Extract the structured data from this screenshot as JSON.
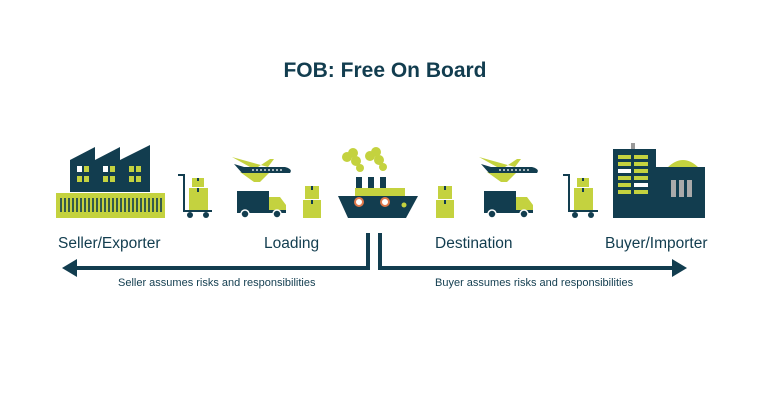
{
  "title": "FOB: Free On Board",
  "stages": [
    {
      "label": "Seller/Exporter"
    },
    {
      "label": "Loading"
    },
    {
      "label": "Destination"
    },
    {
      "label": "Buyer/Importer"
    }
  ],
  "responsibility": {
    "seller": "Seller assumes risks and responsibilities",
    "buyer": "Buyer assumes risks and responsibilities"
  },
  "colors": {
    "navy": "#123d4f",
    "lime": "#c4d23f"
  }
}
